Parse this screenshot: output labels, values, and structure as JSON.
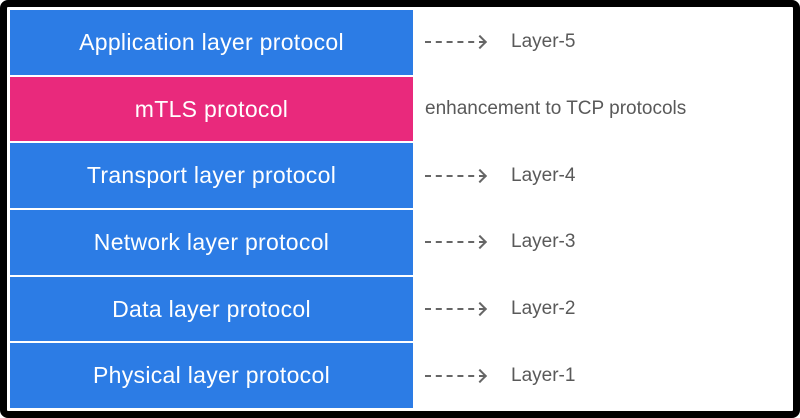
{
  "diagram": {
    "stack": {
      "rows": [
        {
          "label": "Application layer protocol",
          "color": "blue"
        },
        {
          "label": "mTLS protocol",
          "color": "pink"
        },
        {
          "label": "Transport layer protocol",
          "color": "blue"
        },
        {
          "label": "Network layer protocol",
          "color": "blue"
        },
        {
          "label": "Data layer protocol",
          "color": "blue"
        },
        {
          "label": "Physical layer protocol",
          "color": "blue"
        }
      ]
    },
    "annotations": [
      {
        "type": "arrow-label",
        "icon": "dashed-arrow-icon",
        "label": "Layer-5"
      },
      {
        "type": "text",
        "label": "enhancement to TCP protocols"
      },
      {
        "type": "arrow-label",
        "icon": "dashed-arrow-icon",
        "label": "Layer-4"
      },
      {
        "type": "arrow-label",
        "icon": "dashed-arrow-icon",
        "label": "Layer-3"
      },
      {
        "type": "arrow-label",
        "icon": "dashed-arrow-icon",
        "label": "Layer-2"
      },
      {
        "type": "arrow-label",
        "icon": "dashed-arrow-icon",
        "label": "Layer-1"
      }
    ],
    "colors": {
      "layer_box_blue": "#2C7CE5",
      "mtls_box_pink": "#E9297C",
      "box_text": "#FFFFFF",
      "annotation_text": "#595959",
      "arrow": "#666666",
      "frame_border": "#000000",
      "background": "#FFFFFF"
    }
  }
}
